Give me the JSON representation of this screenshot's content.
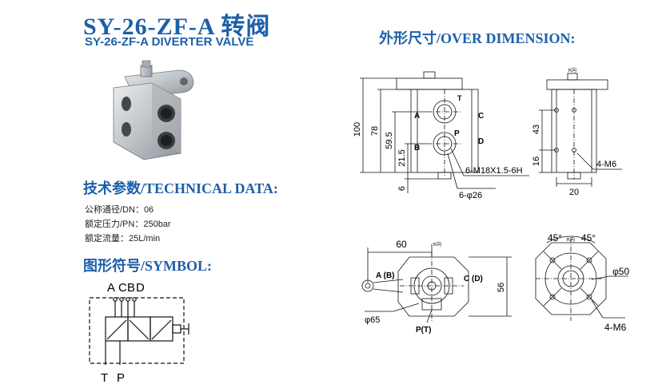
{
  "header": {
    "title": "SY-26-ZF-A 转阀",
    "subtitle": "SY-26-ZF-A DIVERTER VALVE"
  },
  "sections": {
    "dimension": "外形尺寸/OVER DIMENSION:",
    "technical": "技术参数/TECHNICAL DATA:",
    "symbol": "图形符号/SYMBOL:"
  },
  "specs": [
    "公称通径/DN：06",
    "额定压力/PN：250bar",
    "额定流量：25L/min"
  ],
  "symbol_labels": {
    "a": "A",
    "c": "C",
    "b": "B",
    "d": "D",
    "t": "T",
    "p": "P"
  },
  "front_view": {
    "dim_100": "100",
    "dim_78": "78",
    "dim_59_5": "59.5",
    "dim_21_5": "21.5",
    "dim_6": "6",
    "port_a": "A",
    "port_b": "B",
    "port_c": "C",
    "port_d": "D",
    "port_t": "T",
    "port_p": "P",
    "thread": "6-M18X1.5-6H",
    "bore": "6-φ26"
  },
  "side_view": {
    "dim_43": "43",
    "dim_16": "16",
    "dim_20": "20",
    "thread": "4-M6",
    "top_mark": "K向"
  },
  "bottom_view": {
    "dim_60": "60",
    "port_ab": "A (B)",
    "port_cd": "C (D)",
    "port_pt": "P(T)",
    "dim_65": "φ65",
    "dim_56": "56",
    "k_mark": "K向"
  },
  "flange_view": {
    "angle_left": "45°",
    "angle_right": "45°",
    "k_mark": "K向",
    "dim_50": "φ50",
    "thread": "4-M6"
  }
}
